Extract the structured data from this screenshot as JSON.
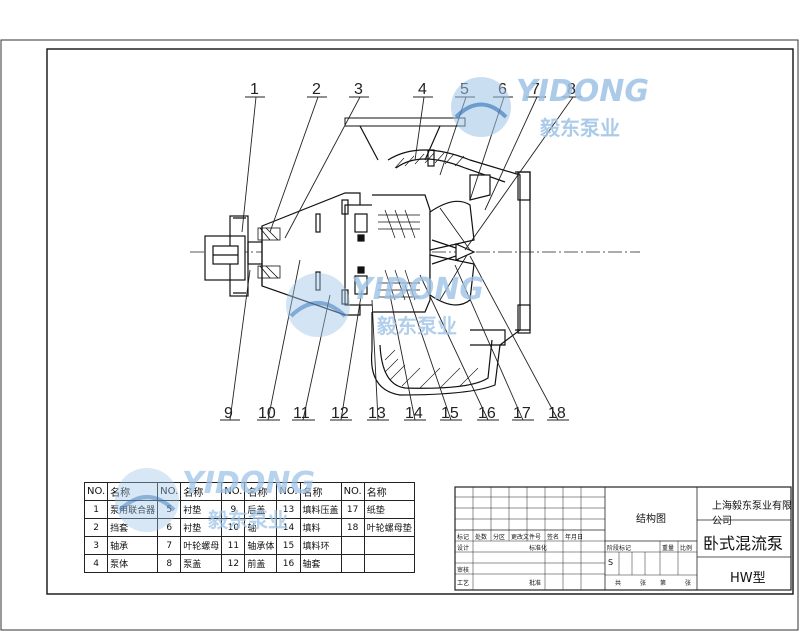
{
  "callouts": [
    "1",
    "2",
    "3",
    "4",
    "5",
    "6",
    "7",
    "8",
    "9",
    "10",
    "11",
    "12",
    "13",
    "14",
    "15",
    "16",
    "17",
    "18"
  ],
  "parts_table": {
    "header_no": "NO.",
    "header_name": "名称",
    "rows": [
      [
        "1",
        "泵用联合器",
        "5",
        "衬垫",
        "9",
        "后盖",
        "13",
        "填料压盖",
        "17",
        "纸垫"
      ],
      [
        "2",
        "挡套",
        "6",
        "衬垫",
        "10",
        "轴",
        "14",
        "填料",
        "18",
        "叶轮螺母垫"
      ],
      [
        "3",
        "轴承",
        "7",
        "叶轮螺母",
        "11",
        "轴承体",
        "15",
        "填料环",
        "",
        ""
      ],
      [
        "4",
        "泵体",
        "8",
        "泵盖",
        "12",
        "前盖",
        "16",
        "轴套",
        "",
        ""
      ]
    ]
  },
  "title_block": {
    "company": "上海毅东泵业有限公司",
    "drawing_label": "结构图",
    "product": "卧式混流泵",
    "model": "HW型",
    "small": [
      "标记",
      "处数",
      "分区",
      "更改文件号",
      "签名",
      "年月日",
      "设计",
      "审核",
      "工艺",
      "标准化",
      "批准",
      "阶段标记",
      "重量",
      "比例",
      "共",
      "张",
      "第",
      "张",
      "S"
    ]
  },
  "watermark": {
    "brand": "YIDONG",
    "brand_cn": "毅东泵业",
    "colors": {
      "blue": "#2f6fb7",
      "light": "#9ec3e6"
    }
  }
}
